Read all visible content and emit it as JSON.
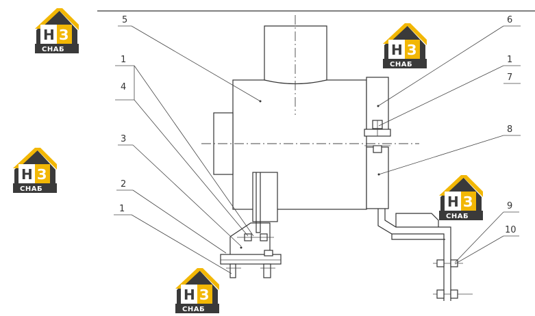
{
  "callouts": [
    "5",
    "1",
    "4",
    "3",
    "2",
    "1",
    "6",
    "1",
    "7",
    "8",
    "9",
    "10"
  ],
  "logo": {
    "mark_left": "Н",
    "mark_right": "З",
    "word": "СНАБ",
    "colors": {
      "yellow": "#f2b705",
      "dark": "#3a3a3a",
      "white": "#ffffff"
    }
  },
  "colors": {
    "line": "#333333",
    "background": "#ffffff"
  }
}
